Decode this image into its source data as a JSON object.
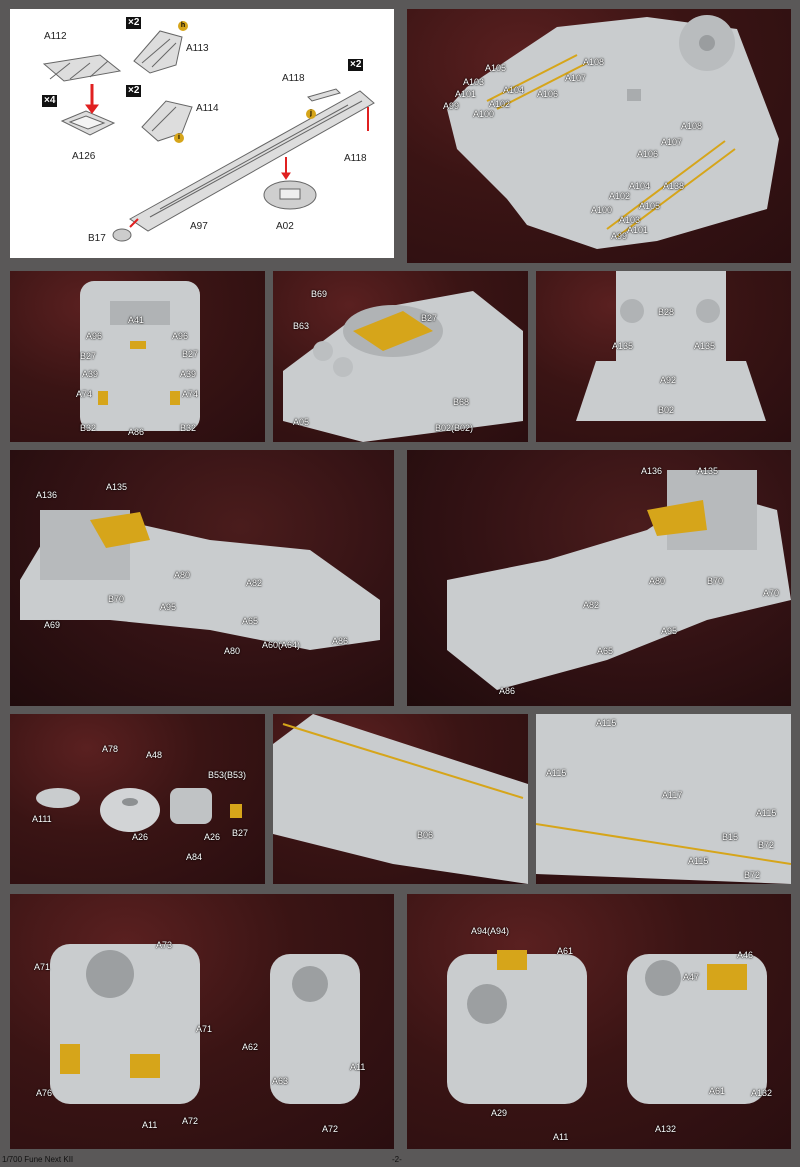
{
  "diagram": {
    "parts": [
      "A112",
      "A113",
      "A114",
      "A126",
      "A118",
      "A118",
      "A97",
      "A02",
      "B17"
    ],
    "multipliers": [
      "×2",
      "×2",
      "×4",
      "×2"
    ],
    "steps": [
      "h",
      "i",
      "j"
    ]
  },
  "panel_deck1": {
    "labels": [
      "A108",
      "A107",
      "A106",
      "A104",
      "A102",
      "A101",
      "A103",
      "A105",
      "A99",
      "A100",
      "A108",
      "A107",
      "A106",
      "A104",
      "A102",
      "A100",
      "A99",
      "A101",
      "A103",
      "A105",
      "A138"
    ]
  },
  "panel_super1": {
    "labels": [
      "A41",
      "A96",
      "A96",
      "B27",
      "B27",
      "A39",
      "A39",
      "A74",
      "A74",
      "B32",
      "A86",
      "B32"
    ]
  },
  "panel_super2": {
    "labels": [
      "B69",
      "B63",
      "B27",
      "A05",
      "B68",
      "B02(B02)"
    ]
  },
  "panel_super3": {
    "labels": [
      "B28",
      "A135",
      "A135",
      "A92",
      "B02"
    ]
  },
  "panel_hull1": {
    "labels": [
      "A136",
      "A135",
      "A80",
      "A82",
      "B70",
      "A95",
      "A69",
      "A65",
      "A80",
      "A60(A64)",
      "A86"
    ]
  },
  "panel_hull2": {
    "labels": [
      "A136",
      "A135",
      "A80",
      "B70",
      "A70",
      "A82",
      "A95",
      "A65",
      "A86"
    ]
  },
  "panel_small": {
    "labels": [
      "A78",
      "A48",
      "B53(B53)",
      "A111",
      "A26",
      "A26",
      "B27",
      "A84"
    ]
  },
  "panel_bow": {
    "labels": [
      "B06"
    ]
  },
  "panel_deck2": {
    "labels": [
      "A115",
      "A115",
      "A117",
      "A115",
      "B15",
      "B72",
      "A115",
      "B72"
    ]
  },
  "panel_turret1": {
    "labels": [
      "A73",
      "A71",
      "A71",
      "A76",
      "A11",
      "A72",
      "A62",
      "A63",
      "A11",
      "A72"
    ]
  },
  "panel_turret2": {
    "labels": [
      "A94(A94)",
      "A61",
      "A29",
      "A11",
      "A47",
      "A46",
      "A61",
      "A132",
      "A132"
    ]
  },
  "footer": {
    "left": "1/700 Fune Next KII",
    "center": "-2-"
  }
}
